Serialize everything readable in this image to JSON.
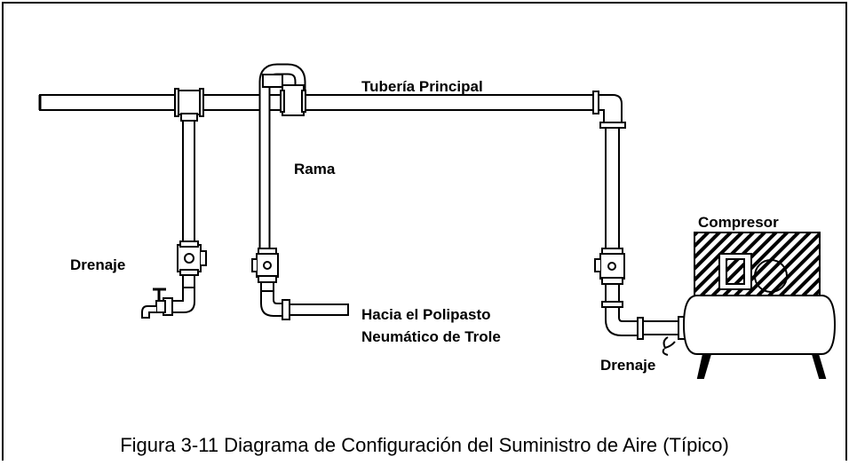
{
  "diagram": {
    "labels": {
      "main_pipe": "Tubería Principal",
      "branch": "Rama",
      "drain_left": "Drenaje",
      "destination_line1": "Hacia el Polipasto",
      "destination_line2": "Neumático de Trole",
      "compressor": "Compresor",
      "drain_right": "Drenaje"
    },
    "caption": "Figura 3-11  Diagrama de Configuración del Suministro de Aire (Típico)"
  }
}
